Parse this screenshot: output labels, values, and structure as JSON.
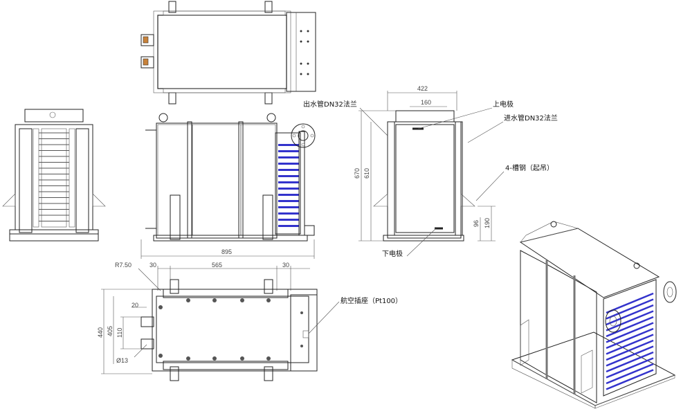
{
  "colors": {
    "panel_green": "#22dd22",
    "electrode_blue": "#3333cc",
    "steel_gray": "#b8b8b8",
    "dark_gray": "#808080",
    "line": "#222222"
  },
  "front_view": {
    "dimensions": {
      "overall_length": "895"
    }
  },
  "side_view": {
    "dimensions": {
      "width": "422",
      "inner_width": "160",
      "height_total": "670",
      "height_inner": "610",
      "bottom_small": "96",
      "bottom_large": "190"
    },
    "labels": {
      "outlet_pipe": "出水管DN32法兰",
      "upper_electrode": "上电极",
      "inlet_pipe": "进水管DN32法兰",
      "channel_steel": "4-槽钢（起吊）",
      "lower_electrode": "下电极"
    }
  },
  "bottom_view": {
    "dimensions": {
      "radius": "R7.50",
      "left_offset": "30",
      "span": "565",
      "right_offset": "30",
      "overall_width": "440",
      "inner_width": "405",
      "hole_pitch": "20",
      "terminal_pitch": "110",
      "hole_diameter": "Ø13"
    },
    "labels": {
      "aviation_socket": "航空插座（Pt100）"
    }
  }
}
